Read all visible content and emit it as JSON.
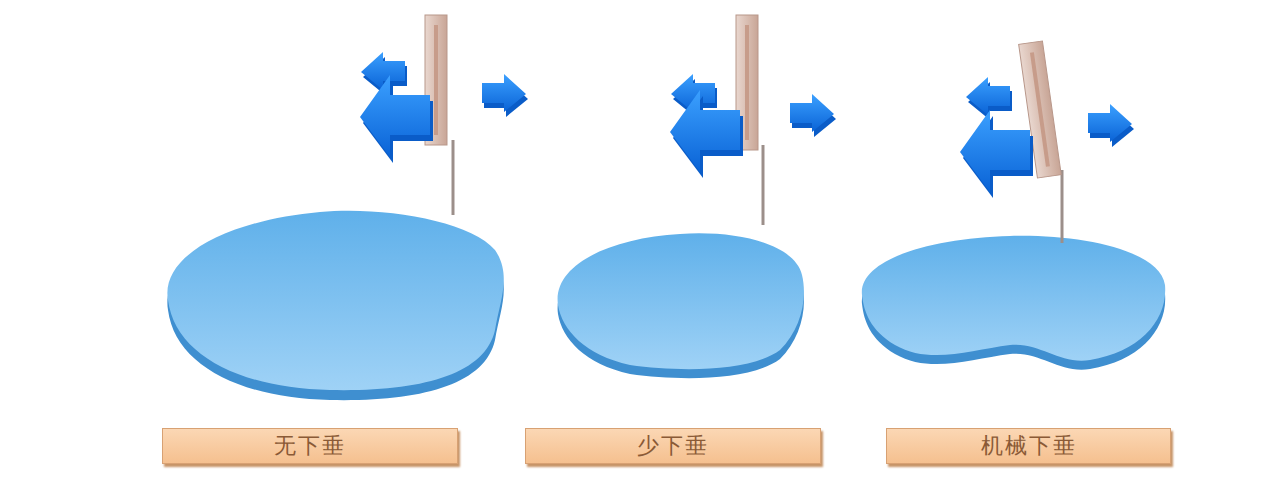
{
  "diagram": {
    "nodes": [
      {
        "text": [
          "无下垂"
        ]
      },
      {
        "text": [
          "少下垂"
        ]
      },
      {
        "text": [
          "机械下垂"
        ]
      }
    ]
  }
}
